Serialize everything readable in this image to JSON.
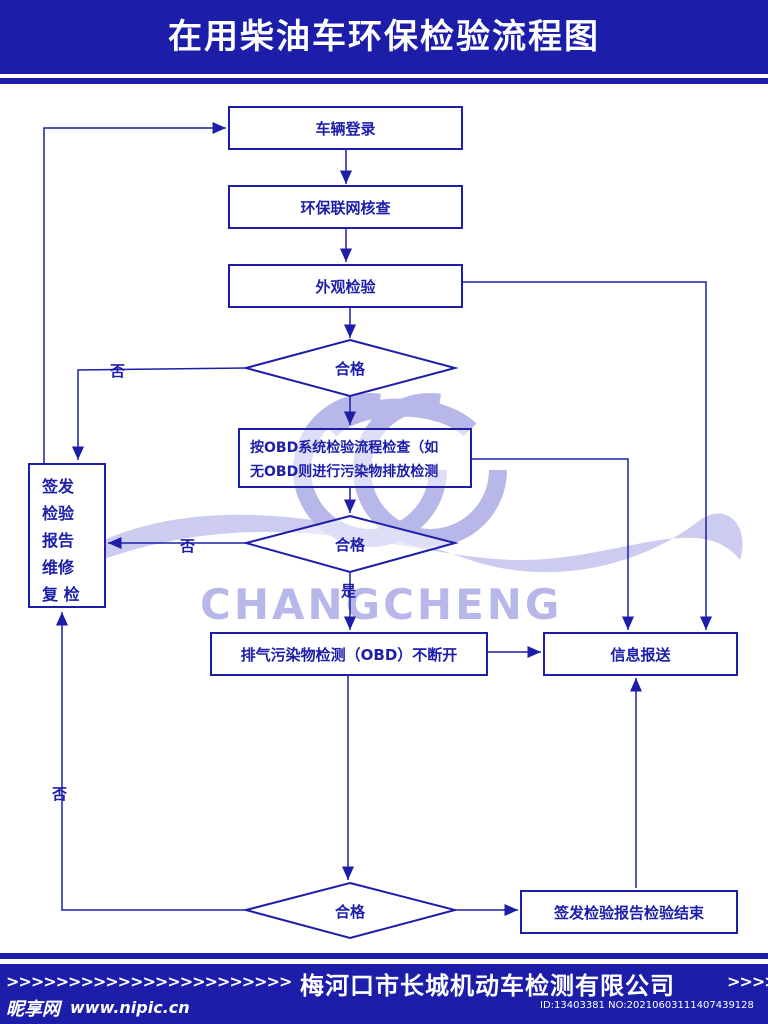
{
  "header": {
    "title": "在用柴油车环保检验流程图"
  },
  "watermark": {
    "text": "CHANGCHENG"
  },
  "flow": {
    "register": "车辆登录",
    "network_check": "环保联网核查",
    "visual_check": "外观检验",
    "pass_1": "合格",
    "fail_1": "否",
    "obd_line1": "按OBD系统检验流程检查（如",
    "obd_line2": "无OBD则进行污染物排放检测",
    "pass_2": "合格",
    "fail_2": "否",
    "yes_2": "是",
    "exhaust": "排气污染物检测（OBD）不断开",
    "info_report": "信息报送",
    "fail_3": "否",
    "pass_3": "合格",
    "final": "签发检验报告检验结束",
    "side_lines": [
      "签发",
      "检验",
      "报告",
      "维修",
      "复 检"
    ]
  },
  "footer": {
    "chevrons_left": ">>>>>>>>>>>>>>>>>>>>>>>",
    "company": "梅河口市长城机动车检测有限公司",
    "chevrons_right": ">>>>",
    "logo": "昵享网",
    "url": "www.nipic.cn",
    "id": "ID:13403381 NO:20210603111407439128"
  },
  "colors": {
    "primary": "#1c1eaa",
    "watermark": "#b7b7ea"
  }
}
